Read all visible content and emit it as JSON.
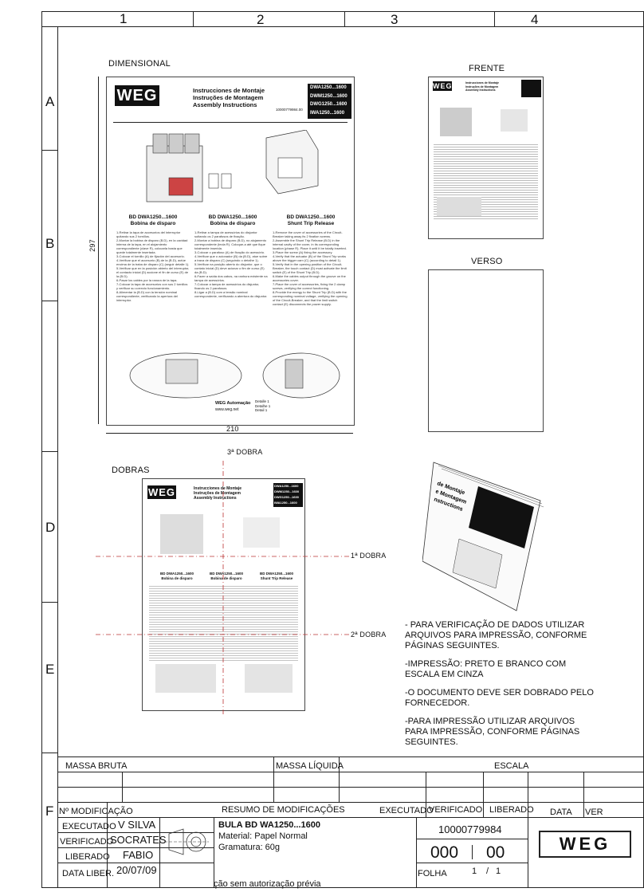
{
  "grid": {
    "columns": [
      "1",
      "2",
      "3",
      "4"
    ],
    "rows": [
      "A",
      "B",
      "C",
      "D",
      "E",
      "F"
    ]
  },
  "sections": {
    "dimensional": "DIMENSIONAL",
    "frente": "FRENTE",
    "verso": "VERSO",
    "dobras": "DOBRAS",
    "dim_height": "297",
    "dim_width": "210",
    "fold1": "1ª DOBRA",
    "fold2": "2ª DOBRA",
    "fold3": "3ª DOBRA"
  },
  "leaflet": {
    "logo": "WEG",
    "title_es": "Instrucciones de Montaje",
    "title_pt": "Instruções de Montagem",
    "title_en": "Assembly Instructions",
    "doc_no": "10000779984.00",
    "models": [
      "DWA1250...1600",
      "DWM1250...1600",
      "DWG1250...1600",
      "IWA1250...1600"
    ],
    "col1_title": "BD DWA1250...1600",
    "col1_sub": "Bobina de disparo",
    "col2_title": "BD DWA1250...1600",
    "col2_sub": "Bobina de disparo",
    "col3_title": "BD DWA1250...1600",
    "col3_sub": "Shunt Trip Release",
    "col1_steps": [
      "1-Retirar la tapa de accesorios del interruptor quitando sus 2 tornillos.",
      "2-Montar la bobina de disparo (B.D), en la cavidad interna de la tapa, en el alojamiento correspondiente (clave R), colocarla hasta que quede totalmente insertada.",
      "3-Colocar el tornillo (A) de fijación del accesorio.",
      "4-Verificar que el accesorio (B) de la (B.D), actúe encima de la traba de disparo (C) (seguir detalle 1).",
      "5-Verificar que en la posición abierto del interruptor, el contacto inicial (D) accione el fin de curso (E) de la (B.D).",
      "6-Pasar los cables por la ranura de la tapa.",
      "7-Colocar la tapa de accesorios con sus 2 tornillos y verificar su correcto funcionamiento.",
      "8-Alimentar la (B.D) con la tensión nominal correspondiente, verificando la apertura del interruptor."
    ],
    "col2_steps": [
      "1-Retirar a tampa de acessórios do disjuntor soltando os 2 parafusos de fixação.",
      "2-Montar a bobina de disparo (B.D), no alojamento correspondente (tecla R). Coloque-a até que fique totalmente inserida.",
      "3-Colocar o parafuso (A) de fixação do acessório.",
      "4-Verificar que o acionador (B) da (B.D), atue sobre a trava de disparo (C) (seguindo o detalhe 1).",
      "5-Verificar na posição aberto do disjuntor, que o contato inicial (D) deve acionar o fim de curso (E) da (B.D).",
      "6-Fazer a saída dos cabos, na ranhura existente na tampa de acessórios.",
      "7-Colocar a tampa de acessórios do disjuntor, fixando os 2 parafusos.",
      "8-Ligar a (B.D) com a tensão nominal correspondente, verificando a abertura do disjuntor."
    ],
    "col3_steps": [
      "1-Remove the cover of accessories of the Circuit-Breaker taking away its 2 fixation screws.",
      "2-Assemble the Shunt Trip Release (B.D) in the internal cavity of the cover, in its corresponding location (phase R). Place it until it be totally inserted.",
      "3-Place the screw (A) fixing the accessory.",
      "4-Verify that the actuator (B) of the Shunt Trip works above the trigger cam (C) (according to detail 1).",
      "5-Verify that in the opening position of the Circuit-Breaker, the touch contact (D) must activate the limit switch (E) of the Shunt Trip (B.D).",
      "6-Make the cables output through the groove on the accessories cover.",
      "7-Place the cover of accessories, fixing the 2 clamp screws, verifying the correct functioning.",
      "8-Provide the energy to the Shunt Trip (B.D) with the corresponding nominal voltage, verifying the opening of the Circuit-Breaker, and that the limit switch contact (E) disconnects the power supply."
    ],
    "footer_logo": "WEG Automação",
    "footer_url": "www.weg.net",
    "detalle": [
      "Detalle 1",
      "Detalhe 1",
      "Detail 1"
    ]
  },
  "notes": [
    "- PARA VERIFICAÇÃO DE DADOS UTILIZAR ARQUIVOS PARA IMPRESSÃO, CONFORME PÁGINAS SEGUINTES.",
    "-IMPRESSÃO: PRETO E BRANCO COM ESCALA EM CINZA",
    "-O DOCUMENTO DEVE SER DOBRADO PELO FORNECEDOR.",
    "-PARA IMPRESSÃO UTILIZAR ARQUIVOS PARA IMPRESSÃO, CONFORME PÁGINAS SEGUINTES."
  ],
  "title_block": {
    "massa_bruta": "MASSA BRUTA",
    "massa_liquida": "MASSA LÍQUIDA",
    "escala": "ESCALA",
    "no_modificacao": "Nº MODIFICAÇÃO",
    "resumo": "RESUMO DE MODIFICAÇÕES",
    "executado_h": "EXECUTADO",
    "verificado_h": "VERIFICADO",
    "liberado_h": "LIBERADO",
    "data_h": "DATA",
    "ver_h": "VER",
    "executado": "EXECUTADO",
    "executado_val": "V SILVA",
    "verificado": "VERIFICADO",
    "verificado_val": "SOCRATES",
    "liberado": "LIBERADO",
    "liberado_val": "FABIO",
    "data_liber": "DATA LIBER.",
    "data_liber_val": "20/07/09",
    "desc_title": "BULA BD WA1250...1600",
    "material": "Material: Papel Normal",
    "gramatura": "Gramatura: 60g",
    "doc_number": "10000779984",
    "rev_a": "000",
    "rev_b": "00",
    "folha": "FOLHA",
    "folha_num": "1",
    "folha_sep": "/",
    "folha_total": "1",
    "logo": "WEG",
    "footer_note": "ção sem autorização prévia"
  }
}
